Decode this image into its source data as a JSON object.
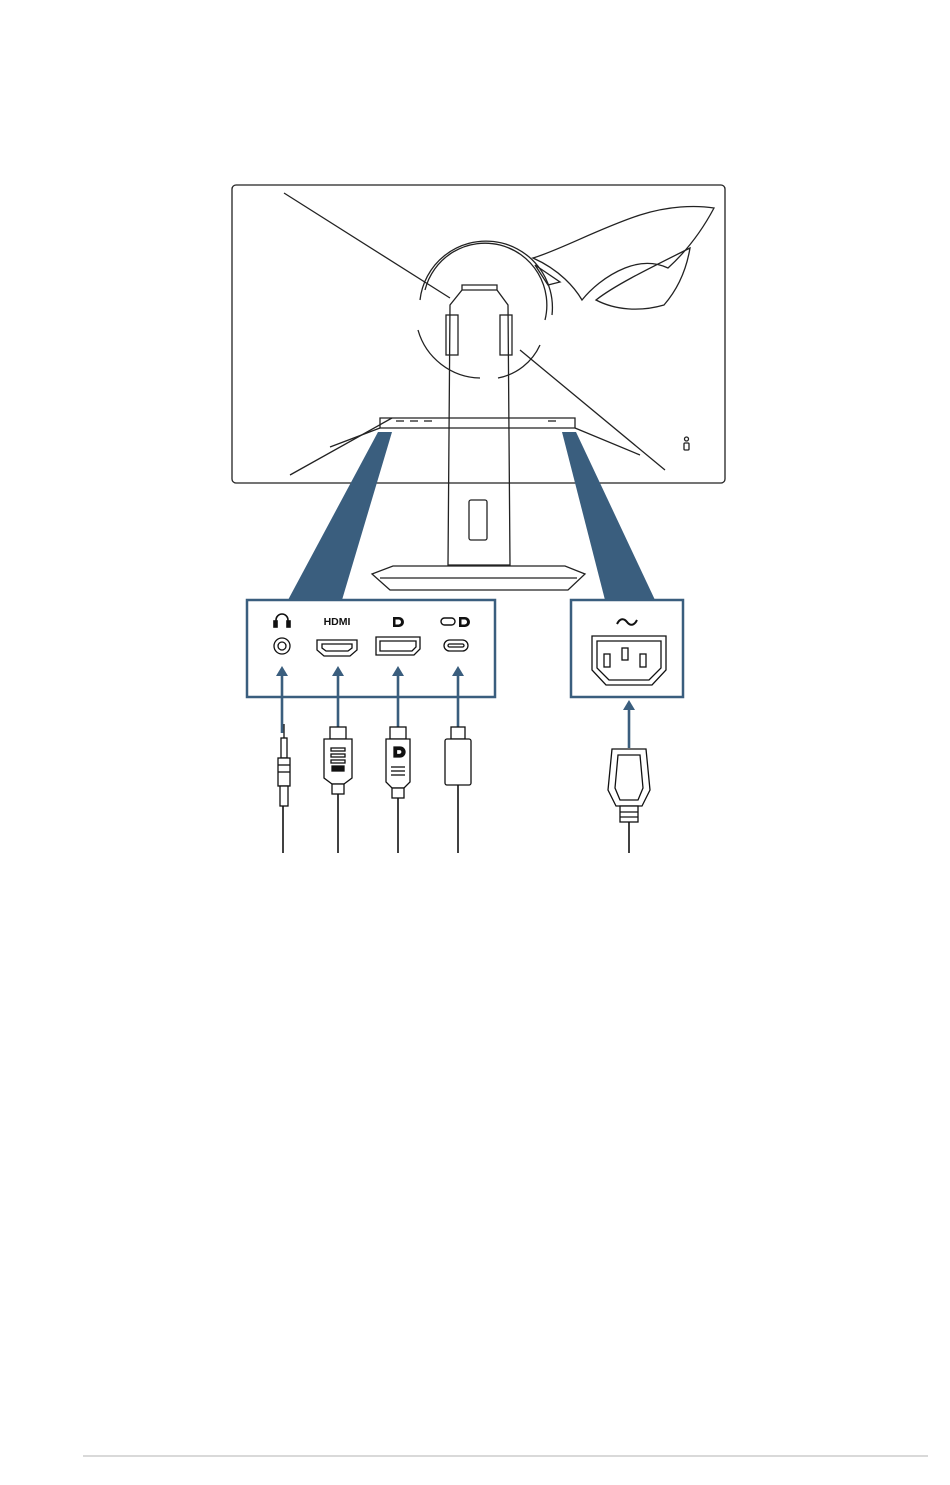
{
  "figure": {
    "ports": [
      {
        "id": "earphone-jack",
        "label": "",
        "icon": "headphone-icon"
      },
      {
        "id": "hdmi-port",
        "label": "HDMI",
        "icon": ""
      },
      {
        "id": "displayport",
        "label": "",
        "icon": "displayport-icon"
      },
      {
        "id": "usb-c-port",
        "label": "",
        "icon": "usb-c-displayport-icon"
      }
    ],
    "power": {
      "id": "ac-power-inlet",
      "label": "",
      "icon": "ac-tilde-icon"
    },
    "cables": [
      "earphone-plug",
      "hdmi-plug",
      "displayport-plug",
      "usb-c-plug",
      "power-plug"
    ]
  },
  "colors": {
    "accent": "#3a5e7e",
    "line": "#222222",
    "footer_rule": "#d9d9d9"
  }
}
